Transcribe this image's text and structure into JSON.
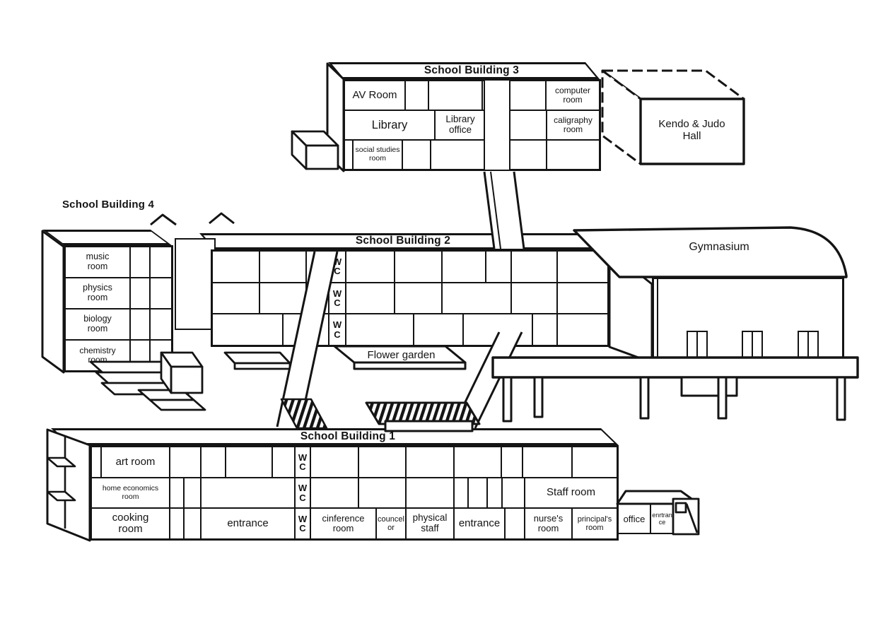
{
  "diagram": {
    "background": "#ffffff",
    "ink": "#141414",
    "building3": {
      "title": "School Building 3",
      "av_room": "AV Room",
      "computer_room": "computer room",
      "library": "Library",
      "library_office": "Library office",
      "caligraphy_room": "caligraphy room",
      "social_studies_room": "social studies room"
    },
    "kendo_judo_hall": {
      "label": "Kendo & Judo Hall"
    },
    "building4": {
      "title": "School Building 4",
      "music_room": "music room",
      "physics_room": "physics room",
      "biology_room": "biology room",
      "chemistry_room": "chemistry room"
    },
    "building2": {
      "title": "School Building 2",
      "wc": "WC",
      "flower_garden": "Flower garden"
    },
    "gymnasium": {
      "label": "Gymnasium"
    },
    "building1": {
      "title": "School Building 1",
      "art_room": "art room",
      "home_economics_room": "home economics room",
      "cooking_room": "cooking room",
      "entrance_west": "entrance",
      "wc": "WC",
      "cinference_room": "cinference room",
      "councelor": "councelor",
      "physical_staff": "physical staff",
      "entrance_east": "entrance",
      "staff_room": "Staff room",
      "nurses_room": "nurse's room",
      "principals_room": "principal's room",
      "office": "office",
      "enrtrance": "enrtrance"
    }
  }
}
